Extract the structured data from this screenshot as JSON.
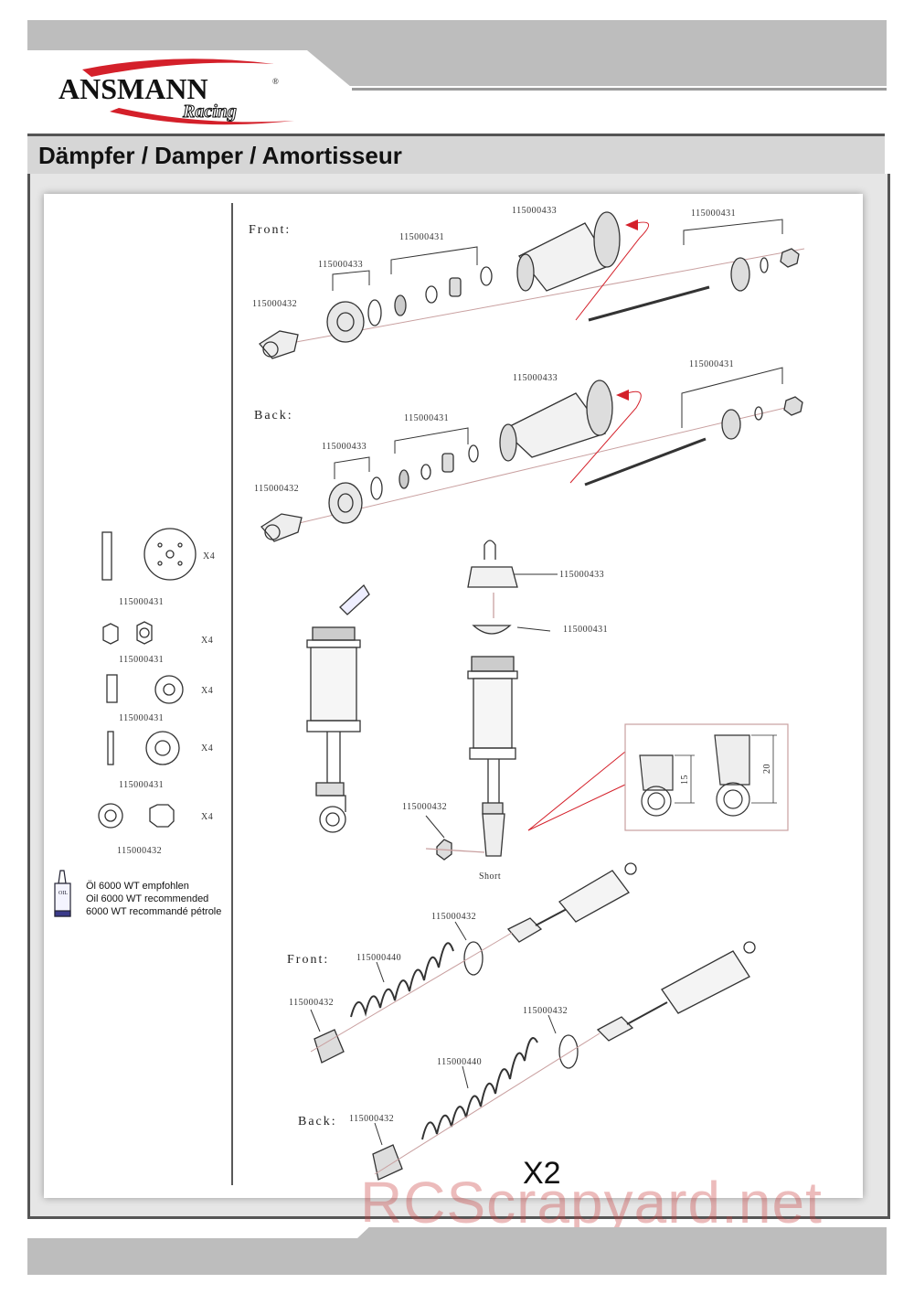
{
  "header": {
    "brand": "ANSMANN",
    "brand_sub": "Racing",
    "registered": "®",
    "title": "Dämpfer / Damper / Amortisseur"
  },
  "colors": {
    "accent_red": "#d4202a",
    "bar_gray": "#bdbdbd",
    "title_gray": "#d6d6d6"
  },
  "parts_list": [
    {
      "part": "115000431",
      "qty": "X4"
    },
    {
      "part": "115000431",
      "qty": "X4"
    },
    {
      "part": "115000431",
      "qty": "X4"
    },
    {
      "part": "115000431",
      "qty": "X4"
    },
    {
      "part": "115000432",
      "qty": "X4"
    }
  ],
  "oil_note": [
    "Öl 6000 WT empfohlen",
    "Oil 6000 WT recommended",
    "6000 WT recommandé pétrole"
  ],
  "oil_label": "OIL",
  "front_assembly": {
    "label": "Front:",
    "parts": [
      "115000432",
      "115000433",
      "115000431",
      "115000433",
      "115000431"
    ]
  },
  "back_assembly": {
    "label": "Back:",
    "parts": [
      "115000432",
      "115000433",
      "115000431",
      "115000433",
      "115000431"
    ]
  },
  "mid_assembly": {
    "parts": [
      "115000433",
      "115000431",
      "115000432"
    ],
    "short_label": "Short",
    "dim_15": "15",
    "dim_20": "20"
  },
  "spring_front": {
    "label": "Front:",
    "parts": [
      "115000432",
      "115000440",
      "115000432"
    ]
  },
  "spring_back": {
    "label": "Back:",
    "parts": [
      "115000432",
      "115000440",
      "115000432"
    ]
  },
  "quantity": "X2",
  "watermark": "RCScrapyard.net"
}
